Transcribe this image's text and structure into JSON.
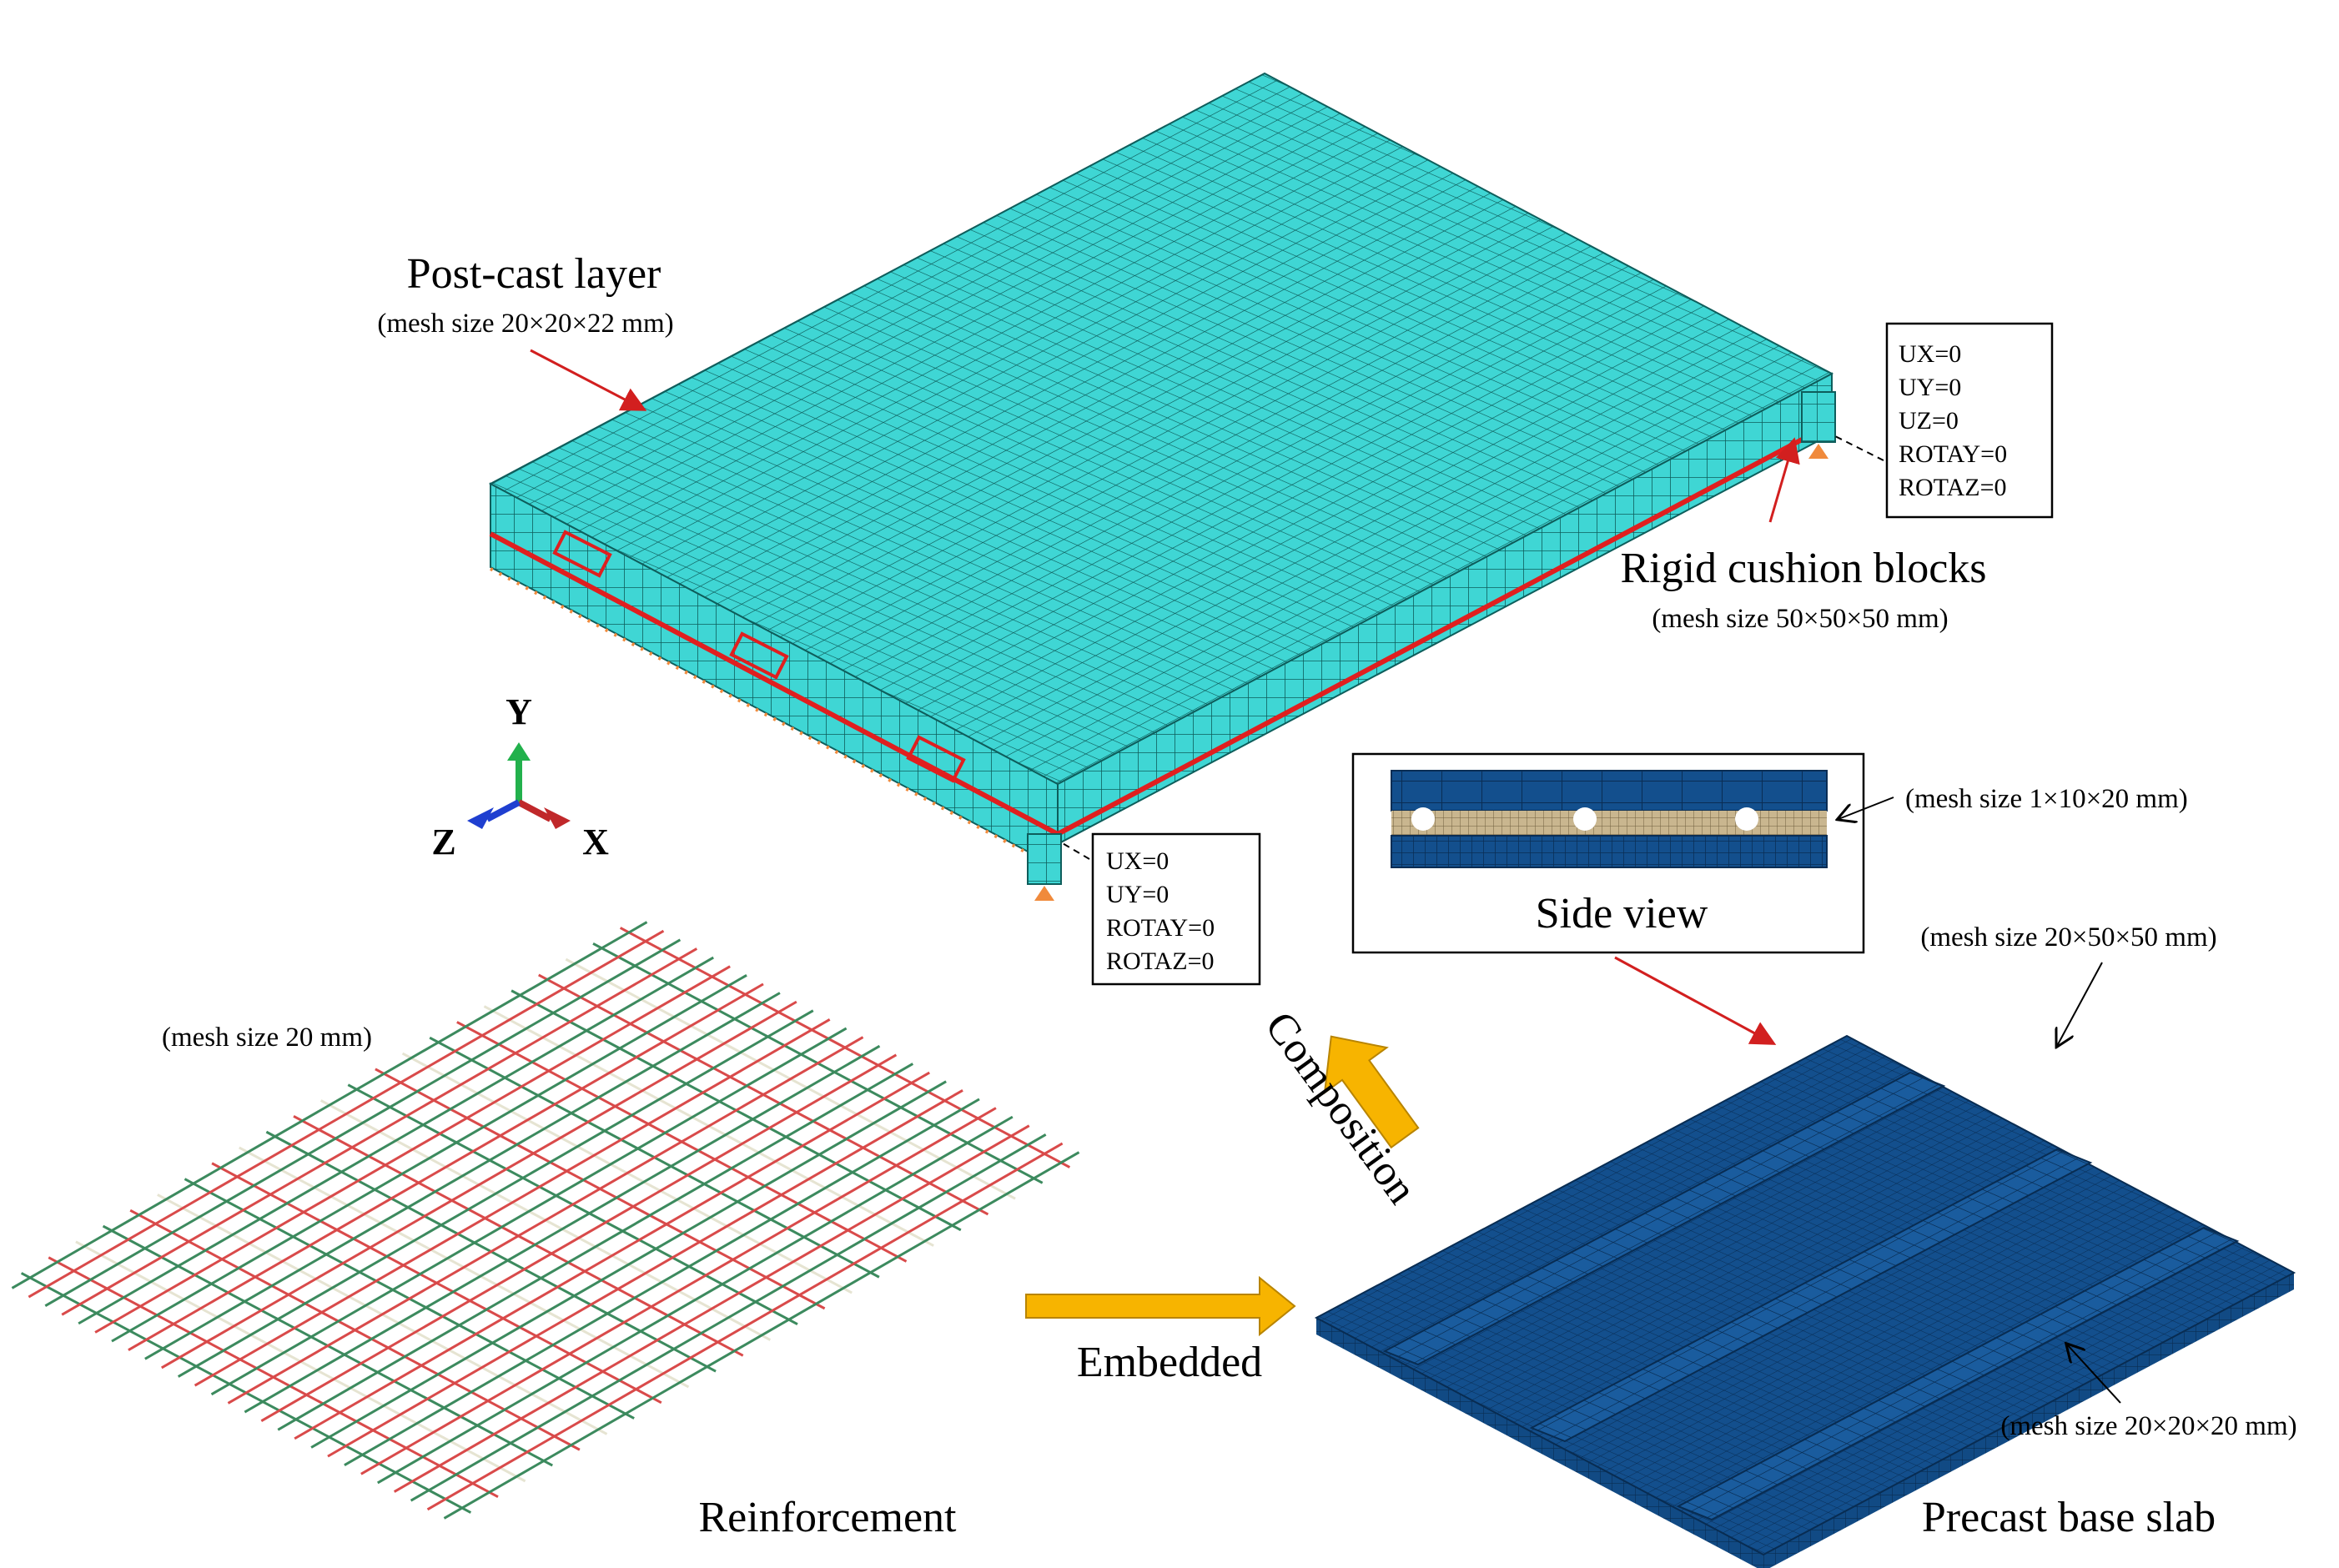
{
  "labels": {
    "post_cast_title": "Post-cast layer",
    "post_cast_mesh": "(mesh size 20×20×22 mm)",
    "rigid_title": "Rigid cushion blocks",
    "rigid_mesh": "(mesh size 50×50×50 mm)",
    "reinf_mesh": "(mesh size 20 mm)",
    "reinf_title": "Reinforcement",
    "precast_title": "Precast base slab",
    "precast_mesh_rib": "(mesh size 20×50×50 mm)",
    "precast_mesh_base": "(mesh size 20×20×20 mm)",
    "side_view_title": "Side view",
    "side_view_mesh": "(mesh size 1×10×20 mm)",
    "composition": "Composition",
    "embedded": "Embedded"
  },
  "boundary_right": [
    "UX=0",
    "UY=0",
    "UZ=0",
    "ROTAY=0",
    "ROTAZ=0"
  ],
  "boundary_left": [
    "UX=0",
    "UY=0",
    "ROTAY=0",
    "ROTAZ=0"
  ],
  "axes": {
    "y": "Y",
    "z": "Z",
    "x": "X"
  },
  "colors": {
    "post_cast": "#3FD6D4",
    "post_cast_mesh_line": "#0E5E5C",
    "precast": "#134F8D",
    "precast_mesh_line": "#082C52",
    "rebar_red": "#D94A4A",
    "rebar_green": "#3C8A5E",
    "rebar_white": "#E6E4D2",
    "arrow_yellow": "#F7B400",
    "pointer_red": "#D21F1F",
    "support_orange": "#F08A3C",
    "axis_y": "#22B14C",
    "axis_x": "#C0282A",
    "axis_z": "#1F3FD0"
  },
  "icons": [
    "coordinate-axes-icon",
    "composition-arrow-icon",
    "embedded-arrow-icon",
    "support-triangle-icon"
  ]
}
